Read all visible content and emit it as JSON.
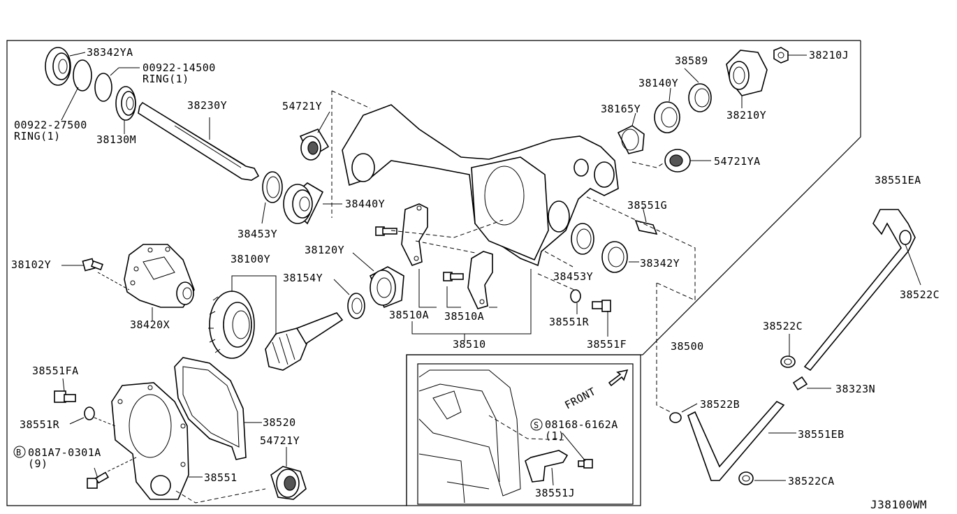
{
  "diagram_code": "J38100WM",
  "labels": {
    "p38342YA": "38342YA",
    "p00922_14500": "00922-14500",
    "ring1a": "RING(1)",
    "p00922_27500": "00922-27500",
    "ring1b": "RING(1)",
    "p38130M": "38130M",
    "p38230Y": "38230Y",
    "p54721Y_top": "54721Y",
    "p38440Y": "38440Y",
    "p38453Y_left": "38453Y",
    "p38102Y": "38102Y",
    "p38420X": "38420X",
    "p38100Y": "38100Y",
    "p38120Y": "38120Y",
    "p38154Y": "38154Y",
    "p38510A_1": "38510A",
    "p38510A_2": "38510A",
    "p38510": "38510",
    "p38589": "38589",
    "p38210J": "38210J",
    "p38140Y": "38140Y",
    "p38165Y": "38165Y",
    "p38210Y": "38210Y",
    "p54721YA": "54721YA",
    "p38551G": "38551G",
    "p38453Y_right": "38453Y",
    "p38342Y": "38342Y",
    "p38551R_mid": "38551R",
    "p38551F": "38551F",
    "p38500": "38500",
    "p38551EA": "38551EA",
    "p38522C_right": "38522C",
    "p38522C_mid": "38522C",
    "p38323N": "38323N",
    "p38522B": "38522B",
    "p38551EB": "38551EB",
    "p38522CA": "38522CA",
    "p38551FA": "38551FA",
    "p38551R_left": "38551R",
    "p081A7": "081A7-0301A",
    "qty9": "(9)",
    "circleB": "B",
    "p38520": "38520",
    "p54721Y_bottom": "54721Y",
    "p38551": "38551",
    "p08168": "08168-6162A",
    "qty1": "(1)",
    "circleS": "S",
    "p38551J": "38551J",
    "front": "FRONT"
  }
}
